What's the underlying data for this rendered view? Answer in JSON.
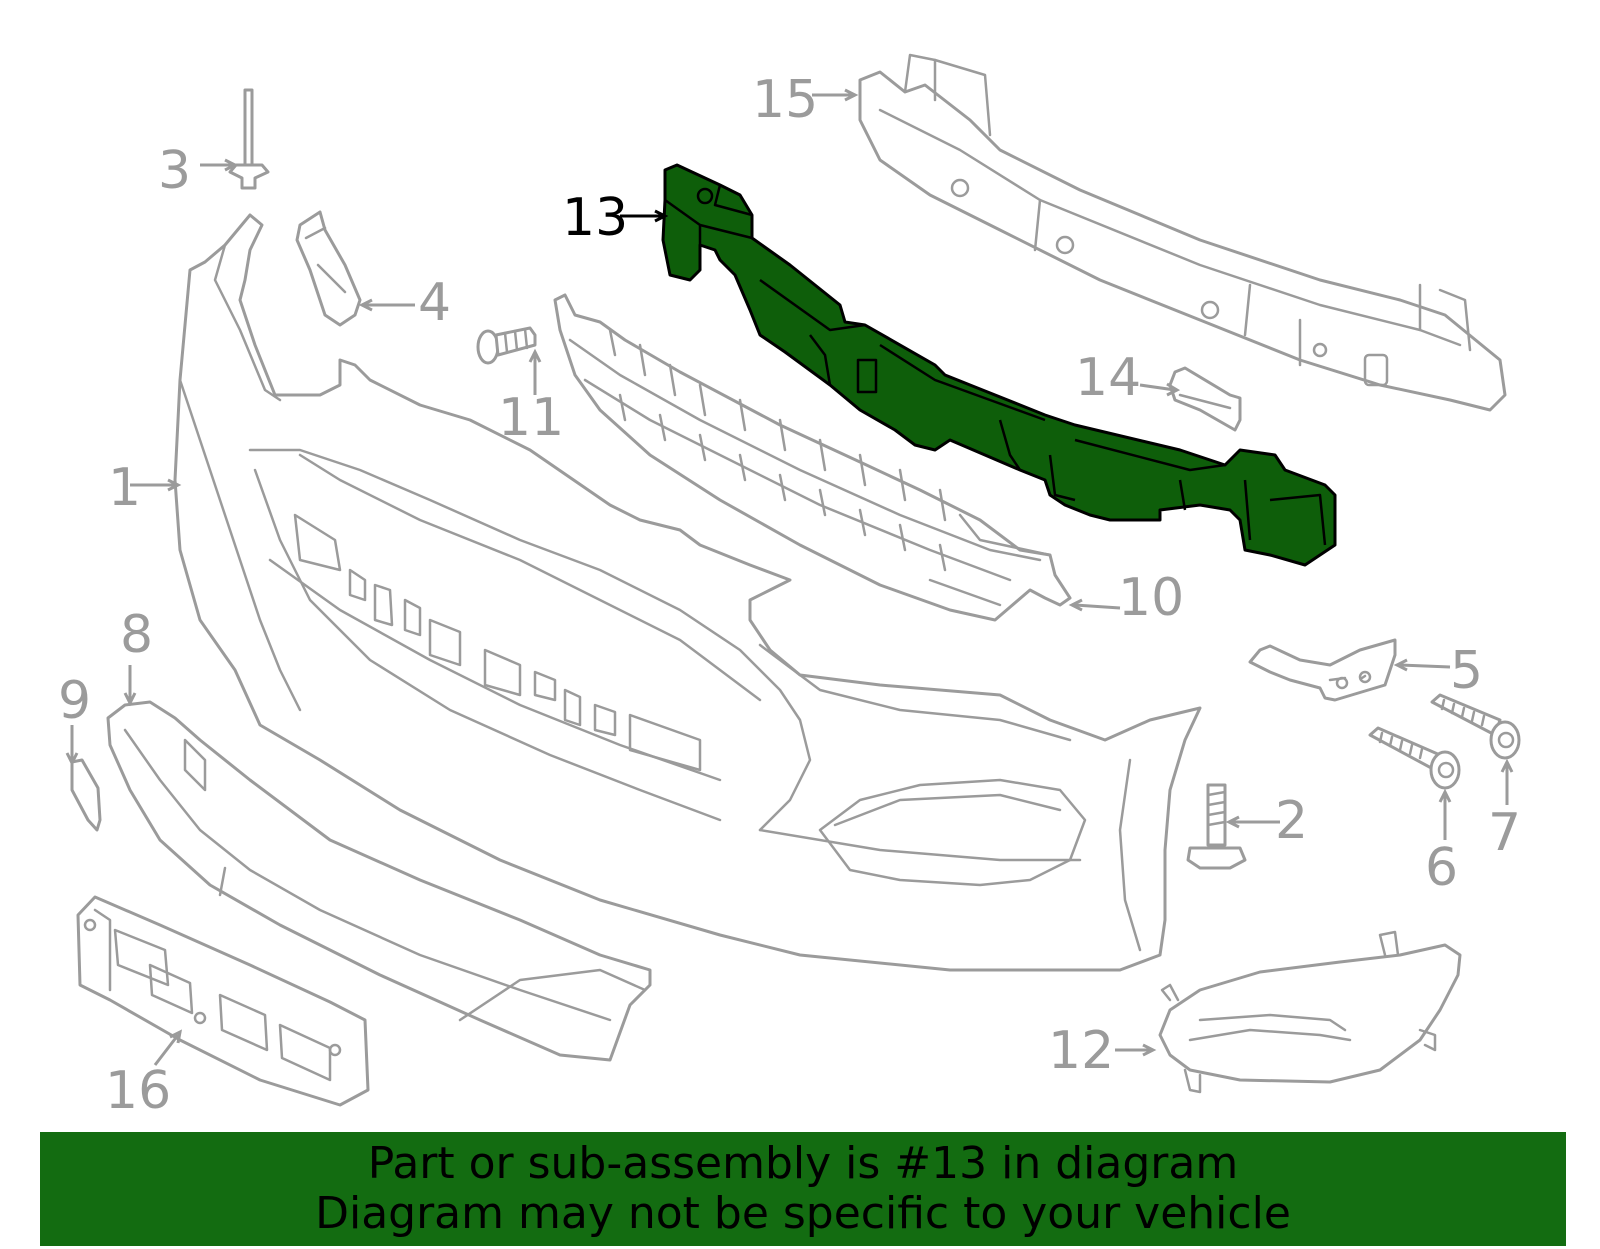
{
  "highlight": {
    "part_number": "13",
    "color": "#0e5e0a"
  },
  "callouts": [
    {
      "id": "1",
      "label": "1"
    },
    {
      "id": "2",
      "label": "2"
    },
    {
      "id": "3",
      "label": "3"
    },
    {
      "id": "4",
      "label": "4"
    },
    {
      "id": "5",
      "label": "5"
    },
    {
      "id": "6",
      "label": "6"
    },
    {
      "id": "7",
      "label": "7"
    },
    {
      "id": "8",
      "label": "8"
    },
    {
      "id": "9",
      "label": "9"
    },
    {
      "id": "10",
      "label": "10"
    },
    {
      "id": "11",
      "label": "11"
    },
    {
      "id": "12",
      "label": "12"
    },
    {
      "id": "13",
      "label": "13"
    },
    {
      "id": "14",
      "label": "14"
    },
    {
      "id": "15",
      "label": "15"
    },
    {
      "id": "16",
      "label": "16"
    }
  ],
  "banner": {
    "line1": "Part or sub-assembly is #13 in diagram",
    "line2": "Diagram may not be specific to your vehicle",
    "background_color": "#136c11"
  }
}
